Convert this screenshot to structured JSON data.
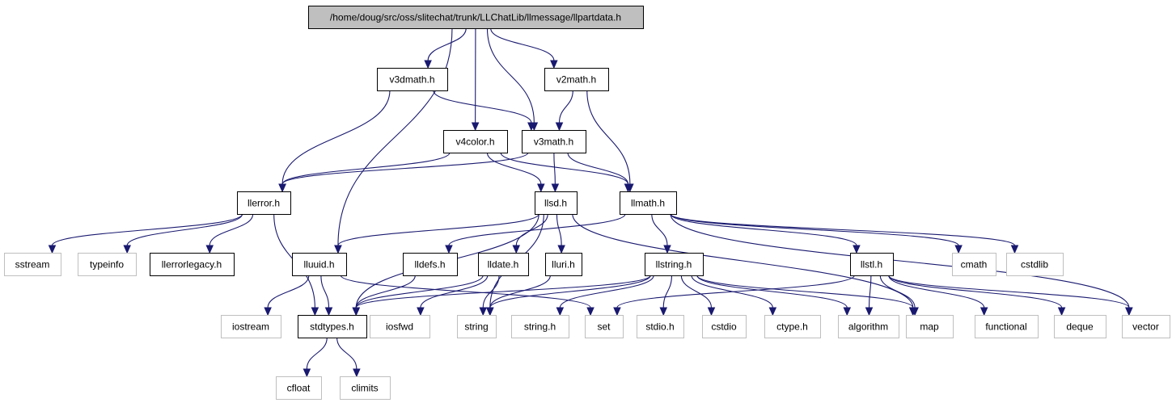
{
  "diagram": {
    "colors": {
      "edge": "#191970",
      "root_fill": "#bfbfbf",
      "doc_border": "#000000",
      "ext_border": "#bfbfbf",
      "text": "#000000"
    },
    "nodes": {
      "root": {
        "label": "/home/doug/src/oss/slitechat/trunk/LLChatLib/llmessage/llpartdata.h",
        "kind": "root"
      },
      "v3dmath": {
        "label": "v3dmath.h",
        "kind": "doc"
      },
      "v2math": {
        "label": "v2math.h",
        "kind": "doc"
      },
      "v4color": {
        "label": "v4color.h",
        "kind": "doc"
      },
      "v3math": {
        "label": "v3math.h",
        "kind": "doc"
      },
      "llerror": {
        "label": "llerror.h",
        "kind": "doc"
      },
      "llsd": {
        "label": "llsd.h",
        "kind": "doc"
      },
      "llmath": {
        "label": "llmath.h",
        "kind": "doc"
      },
      "sstream": {
        "label": "sstream",
        "kind": "ext"
      },
      "typeinfo": {
        "label": "typeinfo",
        "kind": "ext"
      },
      "llerrorlegacy": {
        "label": "llerrorlegacy.h",
        "kind": "doc"
      },
      "lluuid": {
        "label": "lluuid.h",
        "kind": "doc"
      },
      "lldefs": {
        "label": "lldefs.h",
        "kind": "doc"
      },
      "lldate": {
        "label": "lldate.h",
        "kind": "doc"
      },
      "lluri": {
        "label": "lluri.h",
        "kind": "doc"
      },
      "llstring": {
        "label": "llstring.h",
        "kind": "doc"
      },
      "llstl": {
        "label": "llstl.h",
        "kind": "doc"
      },
      "cmath": {
        "label": "cmath",
        "kind": "ext"
      },
      "cstdlib": {
        "label": "cstdlib",
        "kind": "ext"
      },
      "iostream": {
        "label": "iostream",
        "kind": "ext"
      },
      "stdtypes": {
        "label": "stdtypes.h",
        "kind": "doc"
      },
      "iosfwd": {
        "label": "iosfwd",
        "kind": "ext"
      },
      "string": {
        "label": "string",
        "kind": "ext"
      },
      "string_h": {
        "label": "string.h",
        "kind": "ext"
      },
      "set": {
        "label": "set",
        "kind": "ext"
      },
      "stdio_h": {
        "label": "stdio.h",
        "kind": "ext"
      },
      "cstdio": {
        "label": "cstdio",
        "kind": "ext"
      },
      "ctype_h": {
        "label": "ctype.h",
        "kind": "ext"
      },
      "algorithm": {
        "label": "algorithm",
        "kind": "ext"
      },
      "map": {
        "label": "map",
        "kind": "ext"
      },
      "functional": {
        "label": "functional",
        "kind": "ext"
      },
      "deque": {
        "label": "deque",
        "kind": "ext"
      },
      "vector": {
        "label": "vector",
        "kind": "ext"
      },
      "cfloat": {
        "label": "cfloat",
        "kind": "ext"
      },
      "climits": {
        "label": "climits",
        "kind": "ext"
      }
    },
    "edges": [
      [
        "root",
        "v3dmath"
      ],
      [
        "root",
        "v2math"
      ],
      [
        "root",
        "v4color"
      ],
      [
        "root",
        "v3math"
      ],
      [
        "root",
        "lluuid"
      ],
      [
        "v3dmath",
        "v3math"
      ],
      [
        "v3dmath",
        "llerror"
      ],
      [
        "v2math",
        "v3math"
      ],
      [
        "v2math",
        "llmath"
      ],
      [
        "v4color",
        "llerror"
      ],
      [
        "v4color",
        "llsd"
      ],
      [
        "v4color",
        "llmath"
      ],
      [
        "v3math",
        "llerror"
      ],
      [
        "v3math",
        "llsd"
      ],
      [
        "v3math",
        "llmath"
      ],
      [
        "llerror",
        "sstream"
      ],
      [
        "llerror",
        "typeinfo"
      ],
      [
        "llerror",
        "llerrorlegacy"
      ],
      [
        "llerror",
        "stdtypes"
      ],
      [
        "llsd",
        "lluuid"
      ],
      [
        "llsd",
        "stdtypes"
      ],
      [
        "llsd",
        "lldate"
      ],
      [
        "llsd",
        "lluri"
      ],
      [
        "llsd",
        "string"
      ],
      [
        "llsd",
        "map"
      ],
      [
        "llmath",
        "lldefs"
      ],
      [
        "llmath",
        "llstring"
      ],
      [
        "llmath",
        "llstl"
      ],
      [
        "llmath",
        "cmath"
      ],
      [
        "llmath",
        "cstdlib"
      ],
      [
        "llmath",
        "vector"
      ],
      [
        "lluuid",
        "iostream"
      ],
      [
        "lluuid",
        "stdtypes"
      ],
      [
        "lluuid",
        "set"
      ],
      [
        "lldefs",
        "stdtypes"
      ],
      [
        "lldate",
        "stdtypes"
      ],
      [
        "lldate",
        "iosfwd"
      ],
      [
        "lldate",
        "string"
      ],
      [
        "lluri",
        "string"
      ],
      [
        "llstring",
        "stdtypes"
      ],
      [
        "llstring",
        "string"
      ],
      [
        "llstring",
        "string_h"
      ],
      [
        "llstring",
        "stdio_h"
      ],
      [
        "llstring",
        "cstdio"
      ],
      [
        "llstring",
        "ctype_h"
      ],
      [
        "llstring",
        "algorithm"
      ],
      [
        "llstring",
        "map"
      ],
      [
        "llstl",
        "set"
      ],
      [
        "llstl",
        "algorithm"
      ],
      [
        "llstl",
        "map"
      ],
      [
        "llstl",
        "functional"
      ],
      [
        "llstl",
        "deque"
      ],
      [
        "llstl",
        "vector"
      ],
      [
        "stdtypes",
        "cfloat"
      ],
      [
        "stdtypes",
        "climits"
      ]
    ]
  }
}
